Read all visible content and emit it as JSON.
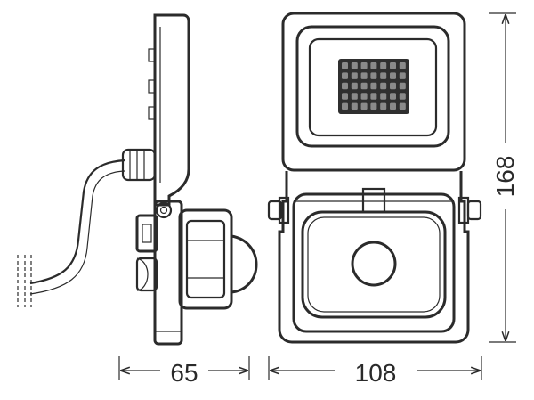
{
  "dimensions": {
    "depth": "65",
    "width": "108",
    "height": "168"
  },
  "colors": {
    "line": "#2b2b2b",
    "led": "#2f2f2f",
    "background": "#ffffff"
  },
  "icons": [
    "arrow-left-icon",
    "arrow-right-icon",
    "arrow-up-icon",
    "arrow-down-icon"
  ]
}
